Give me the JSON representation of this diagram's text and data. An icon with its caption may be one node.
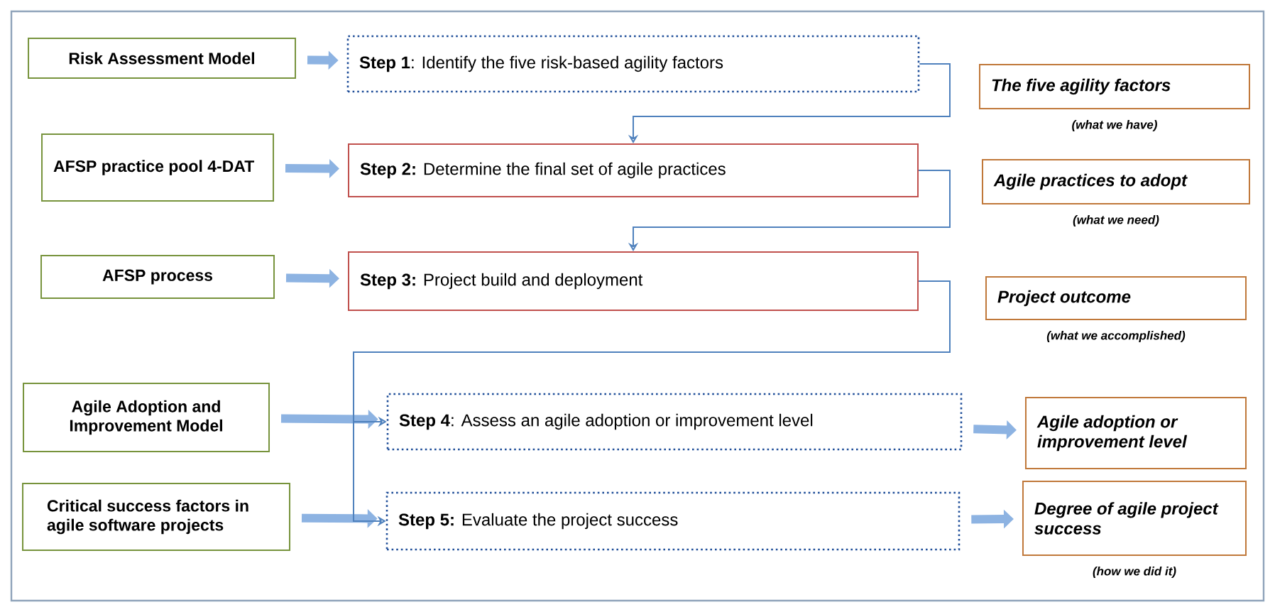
{
  "diagram": {
    "nodes": [
      {
        "text": [
          "Risk Assessment Model"
        ]
      },
      {
        "text": [
          "**Step 1**: Identify the five risk-based agility factors"
        ]
      },
      {
        "text": [
          "The five agility factors"
        ],
        "beside": [
          "(what we have)"
        ]
      },
      {
        "text": [
          "AFSP practice pool 4-DAT"
        ]
      },
      {
        "text": [
          "**Step 2:** Determine the final set of agile practices"
        ]
      },
      {
        "text": [
          "Agile practices to adopt"
        ],
        "beside": [
          "(what we need)"
        ]
      },
      {
        "text": [
          "AFSP process"
        ]
      },
      {
        "text": [
          "**Step 3:** Project build and deployment"
        ]
      },
      {
        "text": [
          "Project outcome"
        ],
        "beside": [
          "(what we accomplished)"
        ]
      },
      {
        "text": [
          "Agile Adoption and Improvement Model"
        ]
      },
      {
        "text": [
          "**Step 4**: Assess an agile adoption or improvement level"
        ]
      },
      {
        "text": [
          "Agile adoption or improvement level"
        ]
      },
      {
        "text": [
          "Critical success factors in agile software projects"
        ]
      },
      {
        "text": [
          "**Step 5:** Evaluate the project success"
        ]
      },
      {
        "text": [
          "Degree of agile project success"
        ],
        "beside": [
          "(how we did it)"
        ]
      }
    ],
    "edges": [
      {
        "from": 0,
        "to": 1,
        "arrow": "to"
      },
      {
        "from": 3,
        "to": 4,
        "arrow": "to"
      },
      {
        "from": 6,
        "to": 7,
        "arrow": "to"
      },
      {
        "from": 9,
        "to": 10,
        "arrow": "to"
      },
      {
        "from": 12,
        "to": 13,
        "arrow": "to"
      },
      {
        "from": 10,
        "to": 11,
        "arrow": "to"
      },
      {
        "from": 13,
        "to": 14,
        "arrow": "to"
      },
      {
        "from": 1,
        "to": 4,
        "arrow": "to"
      },
      {
        "from": 4,
        "to": 7,
        "arrow": "to"
      },
      {
        "from": 7,
        "to": 10,
        "arrow": "to"
      },
      {
        "from": 7,
        "to": 13,
        "arrow": "to"
      }
    ]
  }
}
